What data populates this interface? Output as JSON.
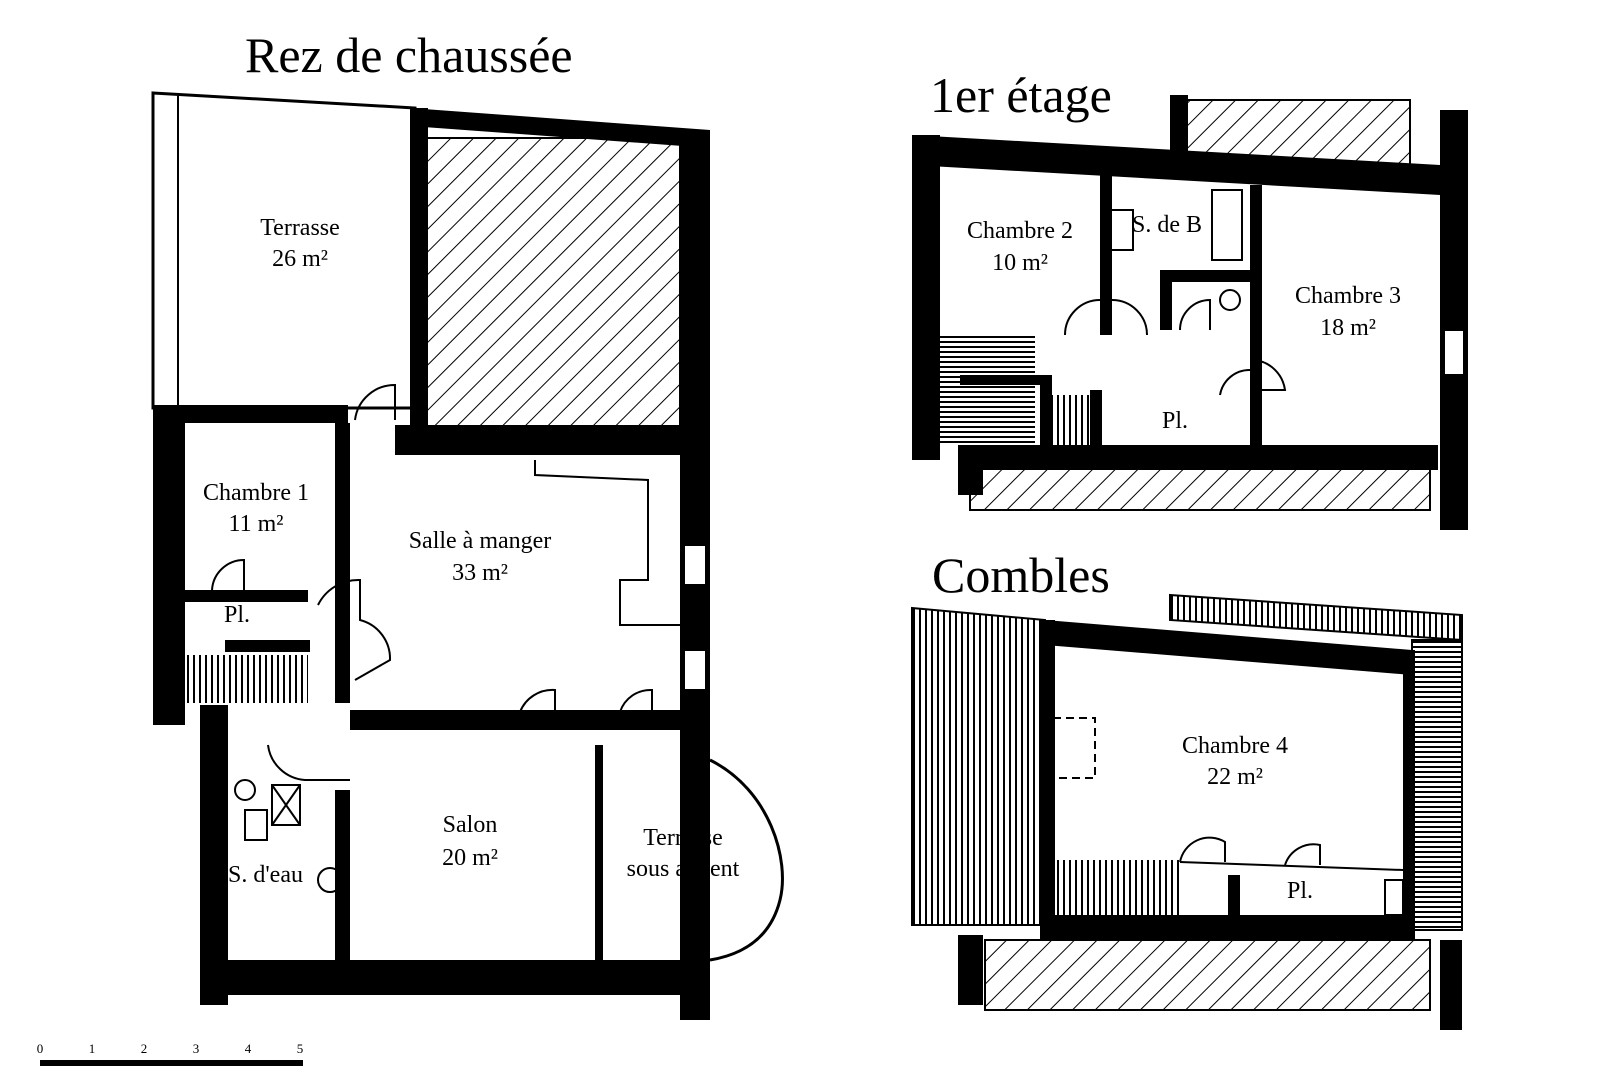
{
  "titles": {
    "ground": "Rez de chaussée",
    "first": "1er étage",
    "attic": "Combles"
  },
  "ground_floor": {
    "terrasse": {
      "name": "Terrasse",
      "area": "26 m²"
    },
    "chambre1": {
      "name": "Chambre 1",
      "area": "11 m²"
    },
    "salle": {
      "name": "Salle à manger",
      "area": "33 m²"
    },
    "placard": "Pl.",
    "sdeau": "S. d'eau",
    "salon": {
      "name": "Salon",
      "area": "20 m²"
    },
    "terrasse_auvent": {
      "line1": "Terrasse",
      "line2": "sous auvent"
    }
  },
  "first_floor": {
    "chambre2": {
      "name": "Chambre 2",
      "area": "10 m²"
    },
    "sdb": "S. de B",
    "chambre3": {
      "name": "Chambre 3",
      "area": "18 m²"
    },
    "placard": "Pl."
  },
  "attic": {
    "chambre4": {
      "name": "Chambre 4",
      "area": "22 m²"
    },
    "placard": "Pl."
  },
  "scale": {
    "ticks": [
      "0",
      "1",
      "2",
      "3",
      "4",
      "5"
    ]
  },
  "colors": {
    "ink": "#000000",
    "paper": "#ffffff"
  }
}
